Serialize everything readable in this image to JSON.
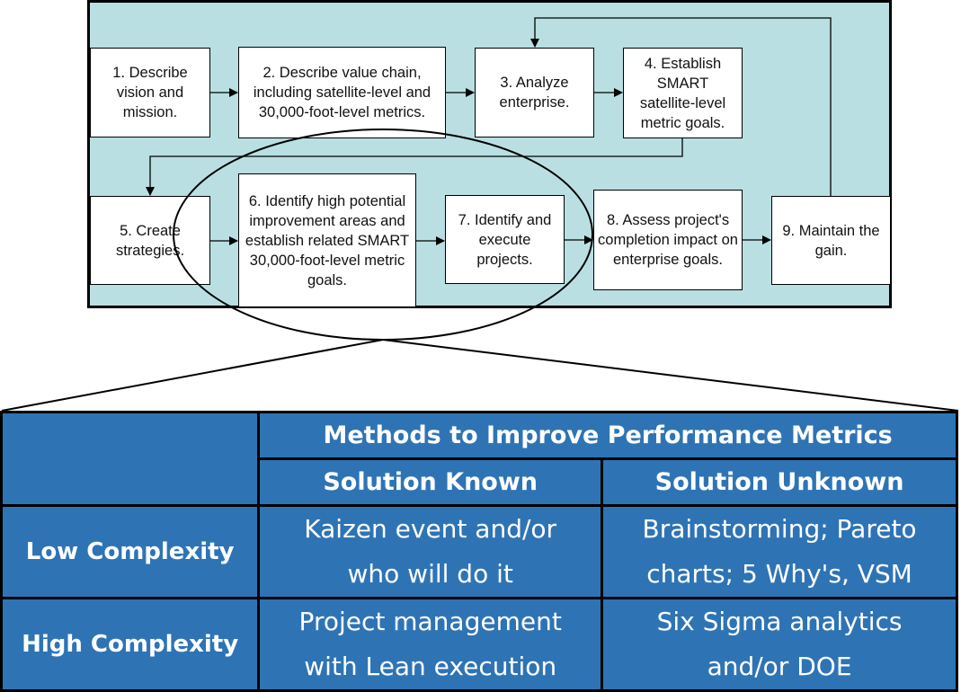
{
  "flowchart": {
    "steps": [
      {
        "id": 1,
        "label": "1. Describe vision and mission."
      },
      {
        "id": 2,
        "label": "2. Describe value chain, including satellite-level and 30,000-foot-level metrics."
      },
      {
        "id": 3,
        "label": "3. Analyze enterprise."
      },
      {
        "id": 4,
        "label": "4. Establish SMART satellite-level metric goals."
      },
      {
        "id": 5,
        "label": "5. Create strategies."
      },
      {
        "id": 6,
        "label": "6. Identify high potential improvement areas and establish related SMART 30,000-foot-level metric goals."
      },
      {
        "id": 7,
        "label": "7. Identify and execute projects."
      },
      {
        "id": 8,
        "label": "8. Assess project's completion impact on enterprise goals."
      },
      {
        "id": 9,
        "label": "9. Maintain the gain."
      }
    ],
    "colors": {
      "panel_bg": "#b9dfe2",
      "box_bg": "#ffffff",
      "line": "#000000"
    }
  },
  "table": {
    "title": "Methods to Improve Performance Metrics",
    "columns": [
      "Solution Known",
      "Solution Unknown"
    ],
    "rows": [
      {
        "label": "Low Complexity",
        "cells": [
          [
            "Kaizen event and/or",
            "who will do it"
          ],
          [
            "Brainstorming; Pareto",
            "charts; 5 Why's, VSM"
          ]
        ]
      },
      {
        "label": "High Complexity",
        "cells": [
          [
            "Project management",
            "with Lean execution"
          ],
          [
            "Six Sigma analytics",
            "and/or DOE"
          ]
        ]
      }
    ],
    "colors": {
      "cell_bg": "#2e74b5",
      "text": "#ffffff",
      "border": "#000000"
    }
  }
}
